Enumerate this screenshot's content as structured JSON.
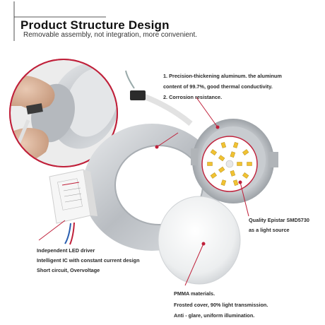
{
  "header": {
    "title": "Product Structure Design",
    "subtitle": "Removable assembly, not integration, more convenient."
  },
  "callouts": {
    "aluminum": {
      "line1": "1. Precision-thickening aluminum. the aluminum",
      "line2": "content of 99.7%, good thermal conductivity.",
      "line3": "2. Corrosion resistance."
    },
    "light_source": {
      "line1": "Quality Epistar SMD5730",
      "line2": "as a light source"
    },
    "driver": {
      "line1": "Independent LED driver",
      "line2": "Intelligent IC with constant current design",
      "line3": "Short circuit,  Overvoltage"
    },
    "cover": {
      "line1": "PMMA materials.",
      "line2": "Frosted cover,  90% light transmission.",
      "line3": "Anti - glare, uniform illumination."
    }
  },
  "colors": {
    "accent_red": "#c0203a",
    "aluminum": "#c9ccd0",
    "text": "#2a2a2a"
  }
}
